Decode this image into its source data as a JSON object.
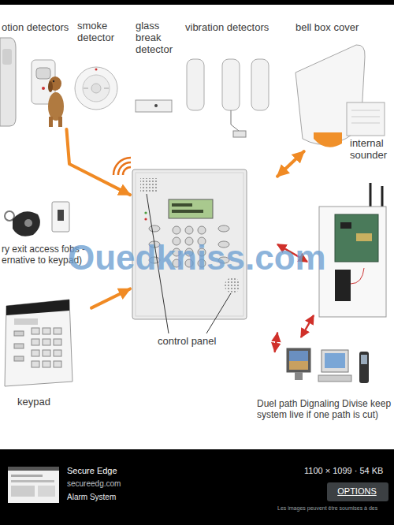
{
  "diagram": {
    "nodes": [
      {
        "text": [
          "otion detectors"
        ]
      },
      {
        "text": [
          "smoke detector"
        ]
      },
      {
        "text": [
          "glass break detector"
        ]
      },
      {
        "text": [
          "vibration detectors"
        ]
      },
      {
        "text": [
          "bell box cover"
        ]
      },
      {
        "text": [
          "internal sounder"
        ]
      },
      {
        "text": [
          "ry exit access fobs - ernative to keypad)"
        ]
      },
      {
        "text": [
          "keypad"
        ]
      },
      {
        "text": [
          "control panel"
        ]
      },
      {
        "text": [
          "Duel path Dignaling Divise keep system live if one path is cut)"
        ]
      },
      {
        "text": [
          "OPTIONS"
        ]
      }
    ],
    "edges": [
      {
        "from": 0,
        "to": 8,
        "arrow": "to"
      },
      {
        "from": 7,
        "to": 8,
        "arrow": "to"
      },
      {
        "from": 8,
        "to": 4,
        "arrow": "both"
      },
      {
        "from": 8,
        "to": 9,
        "arrow": "both"
      }
    ],
    "labels": [
      "Ouedkniss.com",
      "Secure Edge",
      "secureedg.com",
      "Alarm System",
      "1100 × 1099 · 54 KB",
      "Les images peuvent être soumises à des"
    ]
  }
}
